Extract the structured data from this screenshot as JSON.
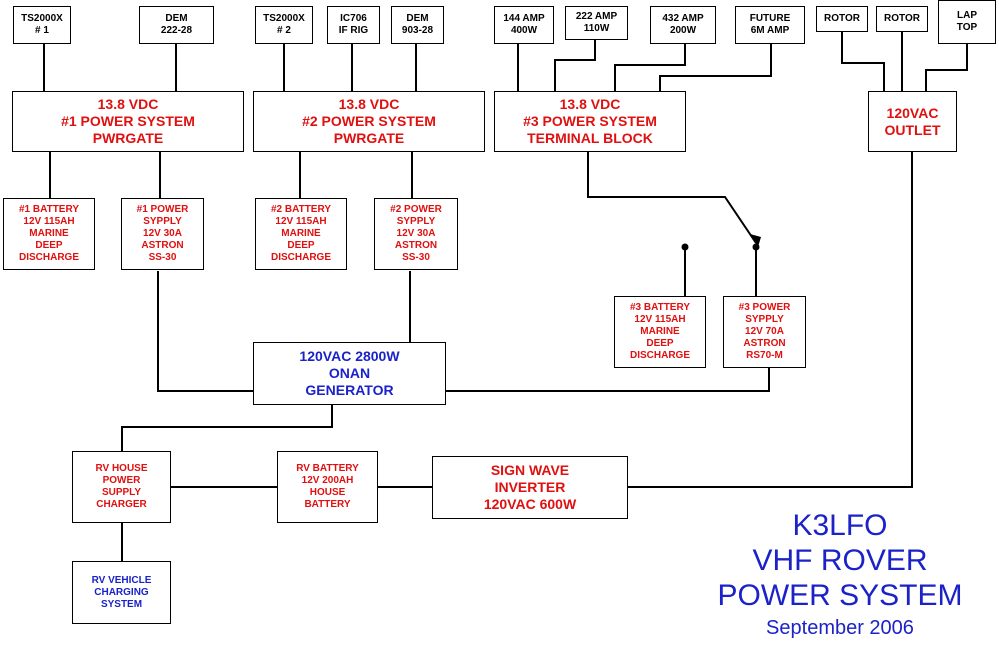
{
  "colors": {
    "label_red": "#e01010",
    "label_blue": "#1a22c8",
    "wire": "#000000"
  },
  "devices": {
    "ts2000x_1": [
      "TS2000X",
      "# 1"
    ],
    "dem_222": [
      "DEM",
      "222-28"
    ],
    "ts2000x_2": [
      "TS2000X",
      "# 2"
    ],
    "ic706": [
      "IC706",
      "IF RIG"
    ],
    "dem_903": [
      "DEM",
      "903-28"
    ],
    "amp_144": [
      "144 AMP",
      "400W"
    ],
    "amp_222": [
      "222 AMP",
      "110W"
    ],
    "amp_432": [
      "432 AMP",
      "200W"
    ],
    "amp_future": [
      "FUTURE",
      "6M AMP"
    ],
    "rotor_1": [
      "ROTOR"
    ],
    "rotor_2": [
      "ROTOR"
    ],
    "laptop": [
      "LAP",
      "TOP"
    ]
  },
  "systems": {
    "ps1": [
      "13.8 VDC",
      "#1 POWER SYSTEM",
      "PWRGATE"
    ],
    "ps2": [
      "13.8 VDC",
      "#2 POWER SYSTEM",
      "PWRGATE"
    ],
    "ps3": [
      "13.8 VDC",
      "#3 POWER SYSTEM",
      "TERMINAL BLOCK"
    ],
    "outlet": [
      "120VAC",
      "OUTLET"
    ]
  },
  "sources": {
    "battery1": [
      "#1 BATTERY",
      "12V  115AH",
      "MARINE",
      "DEEP",
      "DISCHARGE"
    ],
    "supply1": [
      "#1 POWER",
      "SYPPLY",
      "12V 30A",
      "ASTRON",
      "SS-30"
    ],
    "battery2": [
      "#2 BATTERY",
      "12V  115AH",
      "MARINE",
      "DEEP",
      "DISCHARGE"
    ],
    "supply2": [
      "#2 POWER",
      "SYPPLY",
      "12V 30A",
      "ASTRON",
      "SS-30"
    ],
    "battery3": [
      "#3 BATTERY",
      "12V  115AH",
      "MARINE",
      "DEEP",
      "DISCHARGE"
    ],
    "supply3": [
      "#3 POWER",
      "SYPPLY",
      "12V 70A",
      "ASTRON",
      "RS70-M"
    ]
  },
  "generator": [
    "120VAC 2800W",
    "ONAN",
    "GENERATOR"
  ],
  "house": {
    "charger": [
      "RV HOUSE",
      "POWER",
      "SUPPLY",
      "CHARGER"
    ],
    "battery": [
      "RV BATTERY",
      "12V  200AH",
      "HOUSE",
      "BATTERY"
    ],
    "inverter": [
      "SIGN WAVE",
      "INVERTER",
      "120VAC  600W"
    ],
    "vehicle": [
      "RV VEHICLE",
      "CHARGING",
      "SYSTEM"
    ]
  },
  "title": {
    "call": "K3LFO",
    "line1": "VHF ROVER",
    "line2": "POWER SYSTEM",
    "date": "September 2006"
  }
}
